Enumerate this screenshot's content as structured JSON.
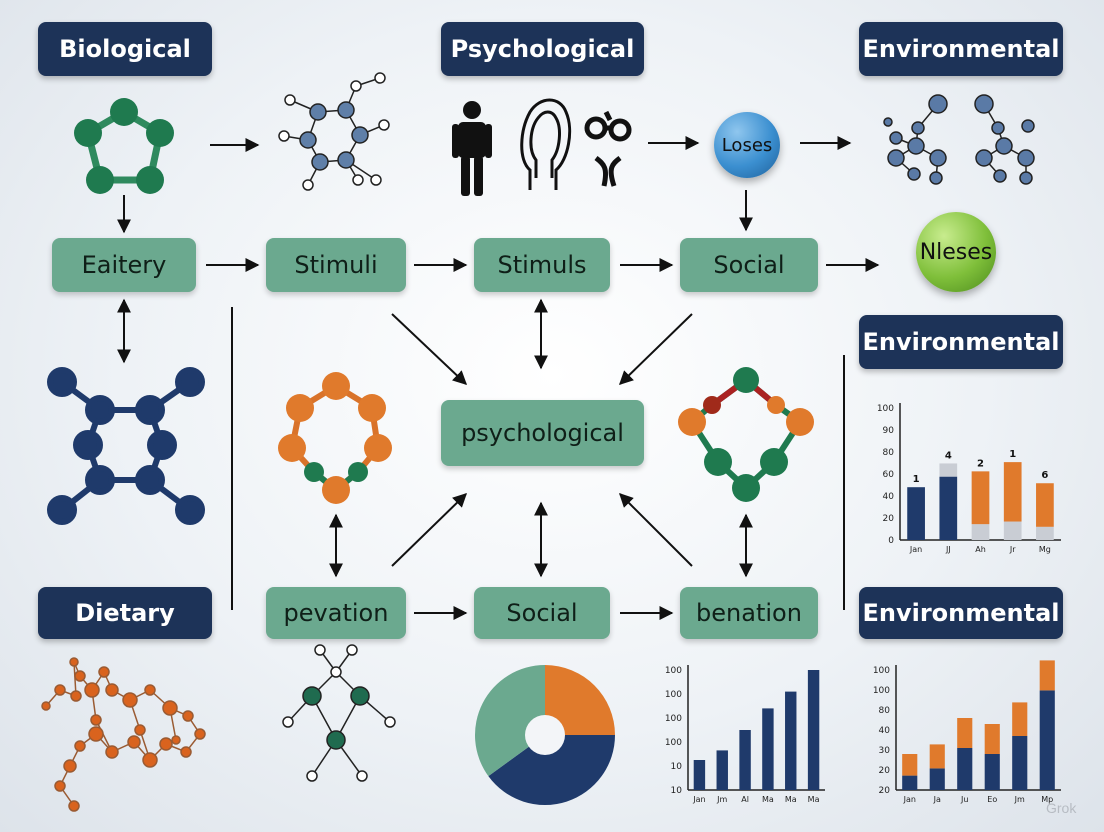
{
  "headers": {
    "biological": "Biological",
    "psychological": "Psychological",
    "environmental_top": "Environmental",
    "environmental_mid": "Environmental",
    "environmental_bottom": "Environmental",
    "dietary": "Dietary"
  },
  "nodes": {
    "eaitery": "Eaitery",
    "stimuli": "Stimuli",
    "stimuls": "Stimuls",
    "social_top": "Social",
    "psychological_center": "psychological",
    "pevation": "pevation",
    "social_bottom": "Social",
    "benation": "benation"
  },
  "bubbles": {
    "loses": "Loses",
    "nleses": "Nleses"
  },
  "watermark": "Grok",
  "colors": {
    "navy": "#1d3358",
    "green_box": "#6ba98f",
    "molecule_green": "#1f7a4f",
    "molecule_blue": "#1f3a6b",
    "orange": "#e07a2c",
    "gray_bar": "#c9cdd4",
    "blue_ball": "#3b8fd0",
    "lime_ball": "#7fbf3a"
  },
  "icons": [
    "person-icon",
    "head-profile-icon",
    "stick-figure-icon"
  ],
  "chart_data": [
    {
      "type": "bar",
      "stacked": true,
      "categories": [
        "Jan",
        "JJ",
        "Ah",
        "Jr",
        "Mg"
      ],
      "ytick_labels": [
        "0",
        "20",
        "40",
        "60",
        "80",
        "90",
        "100"
      ],
      "ylim": [
        0,
        100
      ],
      "data_labels": [
        "1",
        "4",
        "2",
        "1",
        "6"
      ],
      "series": [
        {
          "values": [
            40,
            48,
            0,
            0,
            0
          ]
        },
        {
          "values": [
            0,
            10,
            12,
            14,
            10
          ]
        },
        {
          "values": [
            0,
            0,
            40,
            45,
            33
          ]
        }
      ]
    },
    {
      "type": "bar",
      "categories": [
        "Jan",
        "Jm",
        "Al",
        "Ma",
        "Ma",
        "Ma"
      ],
      "ytick_labels": [
        "10",
        "10",
        "100",
        "100",
        "100",
        "100"
      ],
      "values": [
        25,
        33,
        50,
        68,
        82,
        100
      ]
    },
    {
      "type": "bar",
      "stacked": true,
      "categories": [
        "Jan",
        "Ja",
        "Ju",
        "Eo",
        "Jm",
        "Mp"
      ],
      "ytick_labels": [
        "20",
        "20",
        "30",
        "40",
        "80",
        "100",
        "100"
      ],
      "ylim": [
        0,
        100
      ],
      "series": [
        {
          "values": [
            12,
            18,
            35,
            30,
            45,
            83
          ]
        },
        {
          "values": [
            18,
            20,
            25,
            25,
            28,
            25
          ]
        }
      ]
    },
    {
      "type": "pie",
      "values": [
        25,
        40,
        35
      ]
    }
  ]
}
